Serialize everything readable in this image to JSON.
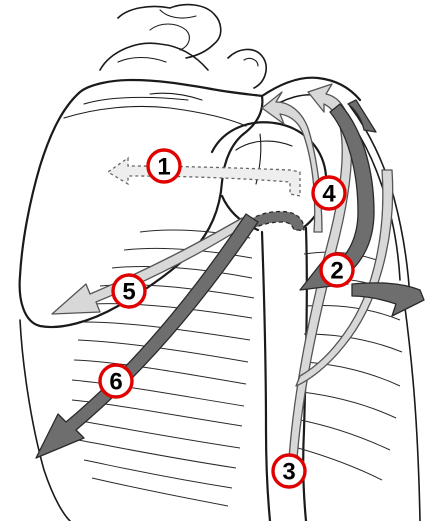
{
  "figure": {
    "markers": [
      {
        "label": "1"
      },
      {
        "label": "2"
      },
      {
        "label": "3"
      },
      {
        "label": "4"
      },
      {
        "label": "5"
      },
      {
        "label": "6"
      }
    ]
  },
  "colors": {
    "marker_ring": "#e00000",
    "light_arrow": "#d8d8d8",
    "dark_arrow": "#6e6e6e",
    "line_art": "#1a1a1a"
  }
}
